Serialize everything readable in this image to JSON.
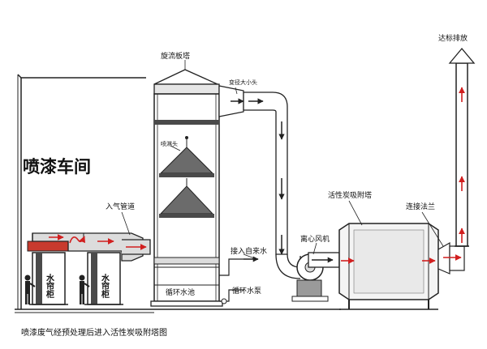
{
  "labels": {
    "booth": "喷漆车间",
    "inlet_duct": "入气管道",
    "tower": "旋流板塔",
    "reducer": "变径大小头",
    "nozzle": "喷淋头",
    "water_curtain_left": "水帘柜",
    "water_curtain_right": "水帘柜",
    "tap_water": "接入自来水",
    "circ_pool": "循环水池",
    "circ_pump": "循环水泵",
    "fan": "离心风机",
    "carbon_tower": "活性炭吸附塔",
    "flange": "连接法兰",
    "stack": "达标排放"
  },
  "caption": "喷漆废气经预处理后进入活性炭吸附塔图",
  "colors": {
    "arrow": "#d11f1f",
    "line": "#222222",
    "fill_grey": "#d9d9d9",
    "fill_dark": "#4a4a4a",
    "duct_red": "#c83a2e"
  }
}
